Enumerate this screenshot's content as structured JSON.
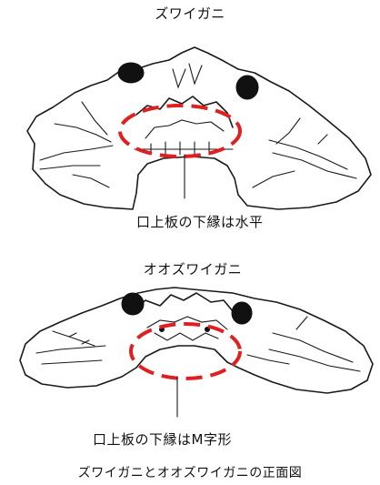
{
  "top_figure": {
    "title": "ズワイガニ",
    "caption": "口上板の下縁は水平"
  },
  "bottom_figure": {
    "title": "オオズワイガニ",
    "caption": "口上板の下縁はM字形"
  },
  "figure_caption": "ズワイガニとオオズワイガニの正面図",
  "colors": {
    "highlight": "#e02020",
    "ink": "#1a1a1a"
  }
}
